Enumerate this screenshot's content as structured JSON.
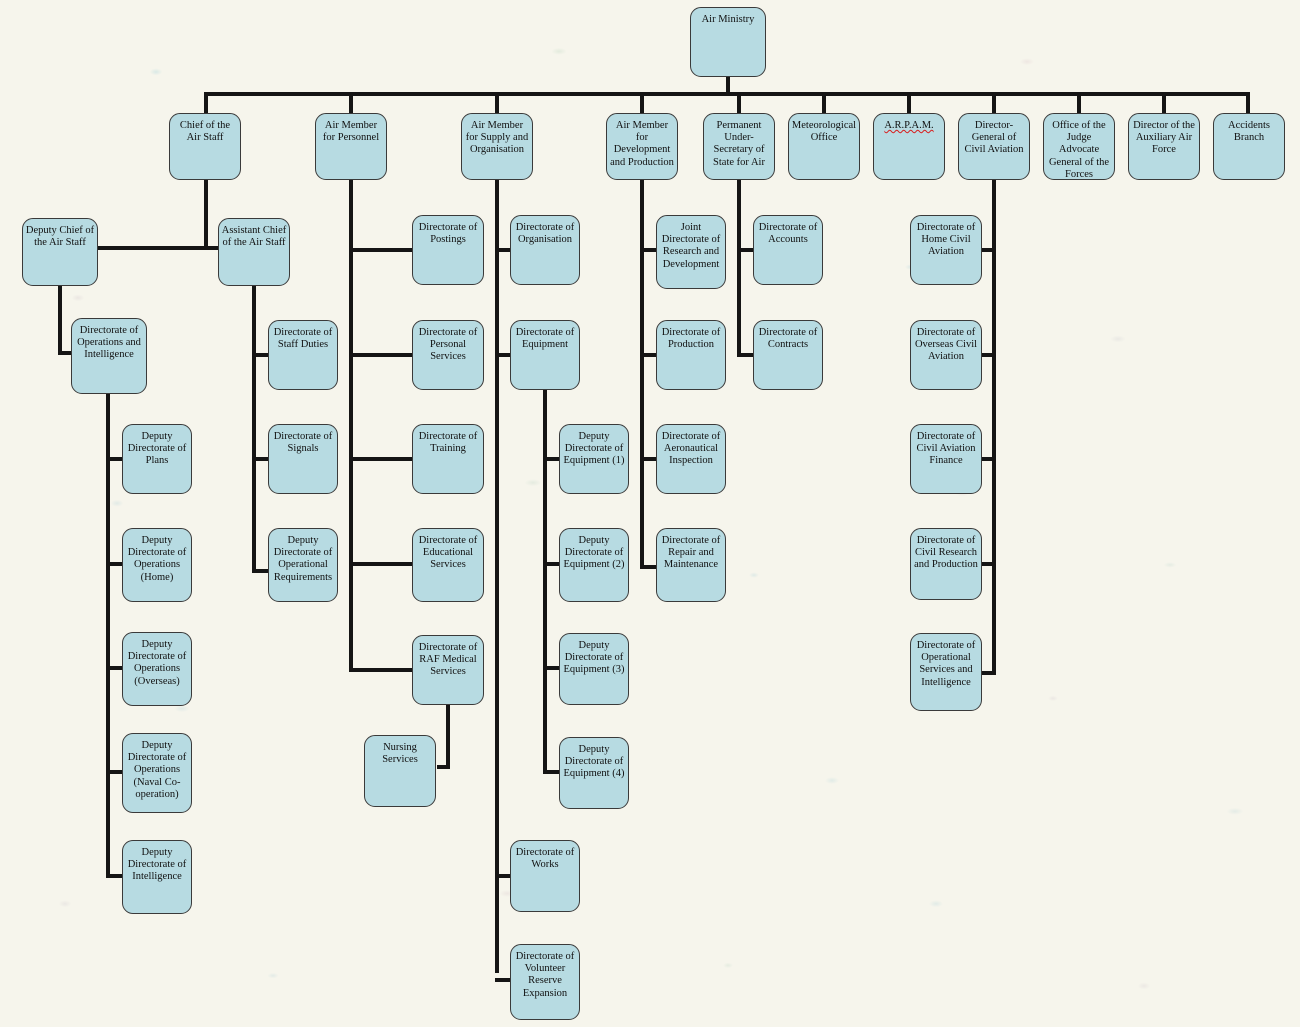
{
  "chart_data": {
    "type": "diagram",
    "title": "Air Ministry organisational chart",
    "root": "Air Ministry",
    "node_fill": "#b7dbe2",
    "node_border": "#3a3a3a",
    "connector_color": "#151515",
    "background": "#f6f5ec"
  },
  "nodes": {
    "air_ministry": "Air Ministry",
    "chief_air_staff": "Chief of the Air Staff",
    "air_member_personnel": "Air Member for Personnel",
    "air_member_supply": "Air Member for Supply and Organisation",
    "air_member_development": "Air Member for Development and Production",
    "permanent_under_secretary": "Permanent Under-Secretary of State for Air",
    "meteorological_office": "Meteorological Office",
    "arpam": "A.R.P.A.M.",
    "director_general_civil_aviation": "Director-General of Civil Aviation",
    "judge_advocate": "Office of the Judge Advocate General of the Forces",
    "auxiliary_air_force": "Director of the Auxiliary Air Force",
    "accidents_branch": "Accidents Branch",
    "deputy_chief_air_staff": "Deputy Chief of the Air Staff",
    "assistant_chief_air_staff": "Assistant Chief of the Air Staff",
    "dir_ops_intelligence": "Directorate of Operations and Intelligence",
    "dd_plans": "Deputy Directorate of Plans",
    "dd_ops_home": "Deputy Directorate of Operations (Home)",
    "dd_ops_overseas": "Deputy Directorate of Operations (Overseas)",
    "dd_ops_naval": "Deputy Directorate of Operations (Naval Co-operation)",
    "dd_intelligence": "Deputy Directorate of Intelligence",
    "dir_staff_duties": "Directorate of Staff Duties",
    "dir_signals": "Directorate of Signals",
    "dd_operational_requirements": "Deputy Directorate of Operational Requirements",
    "dir_postings": "Directorate of Postings",
    "dir_personal_services": "Directorate of Personal Services",
    "dir_training": "Directorate of Training",
    "dir_educational_services": "Directorate of Educational Services",
    "dir_raf_medical": "Directorate of RAF Medical Services",
    "nursing_services": "Nursing Services",
    "dir_organisation": "Directorate of Organisation",
    "dir_equipment": "Directorate of Equipment",
    "dd_equipment_1": "Deputy Directorate of Equipment (1)",
    "dd_equipment_2": "Deputy Directorate of Equipment (2)",
    "dd_equipment_3": "Deputy Directorate of Equipment (3)",
    "dd_equipment_4": "Deputy Directorate of Equipment (4)",
    "dir_works": "Directorate of Works",
    "dir_volunteer_reserve": "Directorate of Volunteer Reserve Expansion",
    "joint_dir_research": "Joint Directorate of Research and Development",
    "dir_production": "Directorate of Production",
    "dir_aeronautical_inspection": "Directorate of Aeronautical Inspection",
    "dir_repair_maintenance": "Directorate of Repair and Maintenance",
    "dir_accounts": "Directorate of Accounts",
    "dir_contracts": "Directorate of Contracts",
    "dir_home_civil_aviation": "Directorate of Home Civil Aviation",
    "dir_overseas_civil_aviation": "Directorate of Overseas Civil Aviation",
    "dir_civil_aviation_finance": "Directorate of Civil Aviation Finance",
    "dir_civil_research": "Directorate of Civil Research and Production",
    "dir_operational_services": "Directorate of Operational Services and Intelligence"
  }
}
